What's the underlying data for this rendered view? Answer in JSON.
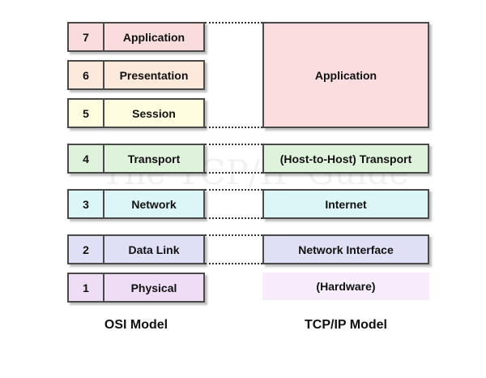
{
  "osi": {
    "layers": [
      {
        "num": "7",
        "name": "Application",
        "color": "#fbdcdc"
      },
      {
        "num": "6",
        "name": "Presentation",
        "color": "#fde8dc"
      },
      {
        "num": "5",
        "name": "Session",
        "color": "#fefddf"
      },
      {
        "num": "4",
        "name": "Transport",
        "color": "#dff3dc"
      },
      {
        "num": "3",
        "name": "Network",
        "color": "#dcf5f6"
      },
      {
        "num": "2",
        "name": "Data Link",
        "color": "#dfe0f6"
      },
      {
        "num": "1",
        "name": "Physical",
        "color": "#efdcf5"
      }
    ],
    "label": "OSI Model"
  },
  "tcpip": {
    "layers": [
      {
        "name": "Application",
        "color": "#fbdde0"
      },
      {
        "name": "(Host-to-Host) Transport",
        "color": "#dff3dc"
      },
      {
        "name": "Internet",
        "color": "#dcf5f6"
      },
      {
        "name": "Network Interface",
        "color": "#dfe0f6"
      },
      {
        "name": "(Hardware)",
        "color": "#f6ecfb"
      }
    ],
    "label": "TCP/IP Model"
  },
  "watermark": "The TCP/IP Guide"
}
